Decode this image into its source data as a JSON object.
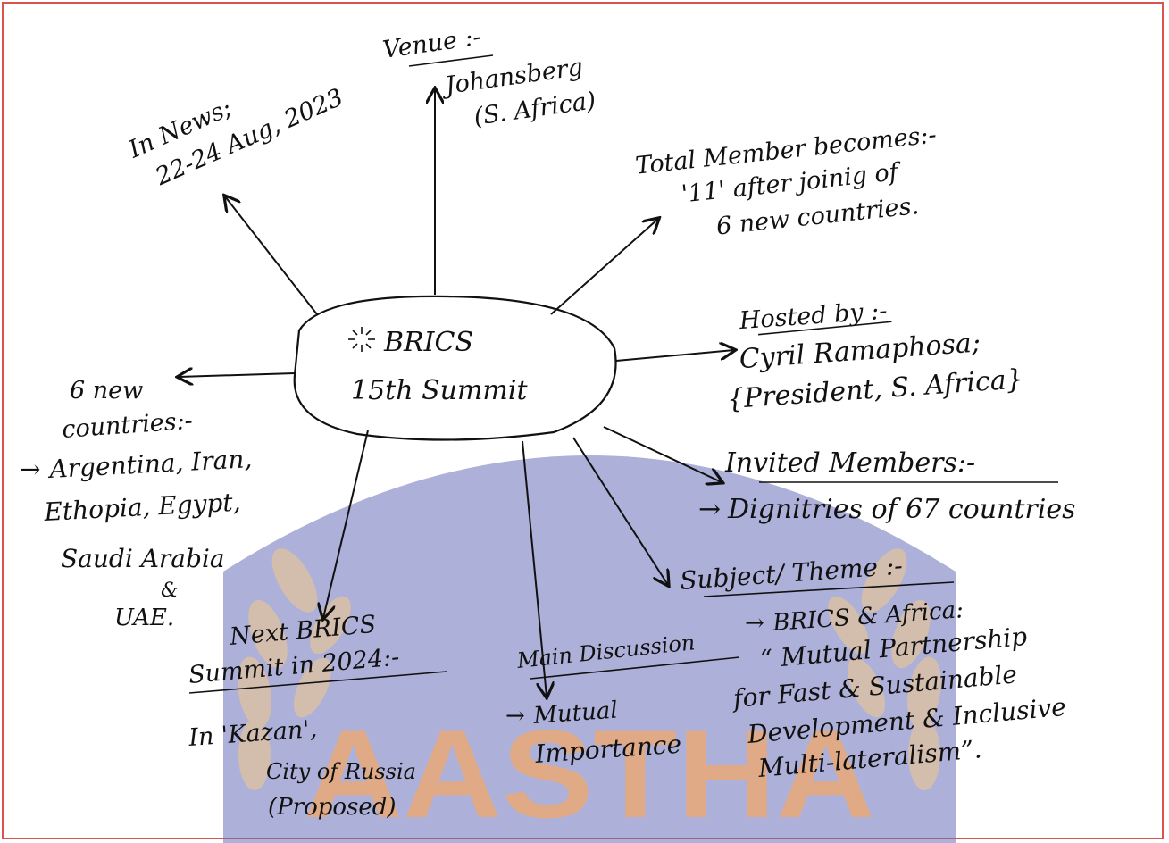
{
  "watermark": {
    "text": "AASTHA"
  },
  "center": {
    "line1": "BRICS",
    "line2": "15th Summit"
  },
  "nodes": {
    "news": {
      "heading": "In News;",
      "line2": "22-24 Aug, 2023"
    },
    "venue": {
      "heading": "Venue :-",
      "line2": "Johansberg",
      "line3": "(S. Africa)"
    },
    "members": {
      "line1": "Total Member becomes:-",
      "line2": "'11' after joinig of",
      "line3": "6 new countries."
    },
    "hosted": {
      "heading": "Hosted by :-",
      "line2": "Cyril Ramaphosa;",
      "line3": "{President, S. Africa}"
    },
    "invited": {
      "heading": "Invited Members:-",
      "line2": "Dignitries of 67 countries"
    },
    "theme": {
      "heading": "Subject/ Theme :-",
      "line2": "BRICS & Africa:",
      "line3": "“ Mutual Partnership",
      "line4": "for Fast & Sustainable",
      "line5": "Development & Inclusive",
      "line6": "Multi-lateralism”."
    },
    "discussion": {
      "heading": "Main Discussion",
      "line2": "Mutual",
      "line3": "Importance"
    },
    "next": {
      "line1": "Next BRICS",
      "line2": "Summit in 2024:-",
      "line3": "In 'Kazan',",
      "line4": "City of Russia",
      "line5": "(Proposed)"
    },
    "new_countries": {
      "line1": "6 new",
      "line2": "countries:-",
      "line3": "Argentina, Iran,",
      "line4": "Ethopia, Egypt,",
      "line5": "Saudi Arabia",
      "line6": "&",
      "line7": "UAE."
    }
  },
  "colors": {
    "border": "#d9534f",
    "ink": "#111111",
    "watermark": "#f2a96b",
    "arch": "#6a6fb8"
  }
}
